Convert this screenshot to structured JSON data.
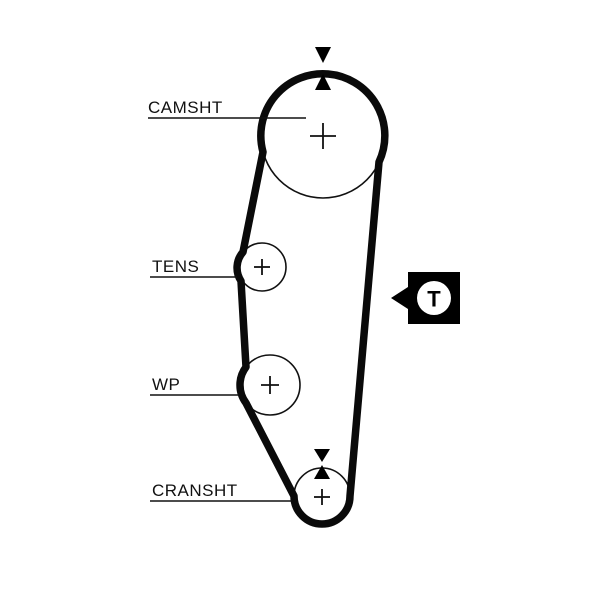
{
  "diagram": {
    "title_hint": "timing-belt-routing-diagram",
    "labels": {
      "camshaft": "CAMSHT",
      "tensioner": "TENS",
      "water_pump": "WP",
      "crankshaft": "CRANSHT"
    },
    "badge": {
      "letter": "T"
    },
    "colors": {
      "line": "#111111",
      "belt": "#0a0a0a",
      "background": "#ffffff",
      "badge_bg": "#000000",
      "badge_circle": "#ffffff"
    }
  }
}
